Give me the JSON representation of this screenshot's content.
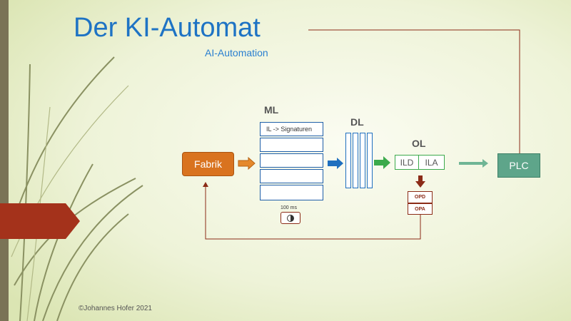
{
  "slide": {
    "title": "Der KI-Automat",
    "subtitle": "AI-Automation",
    "footer": "©Johannes Hofer 2021"
  },
  "diagram": {
    "fabrik_label": "Fabrik",
    "ml_label": "ML",
    "ml_first_row": "IL -> Signaturen",
    "timer_label": "100  ms",
    "dl_label": "DL",
    "ol_label": "OL",
    "ol_cells": [
      "ILD",
      "ILA"
    ],
    "output_cells": [
      "OPD",
      "OPA"
    ],
    "plc_label": "PLC"
  },
  "colors": {
    "title": "#1e73c4",
    "fabrik": "#d9731f",
    "blue_box": "#1f5fa8",
    "green": "#3caa4c",
    "plc": "#5ea58a",
    "dark_red": "#8b2b17",
    "accent_tab": "#a4321b",
    "stem": "#7a7356"
  }
}
